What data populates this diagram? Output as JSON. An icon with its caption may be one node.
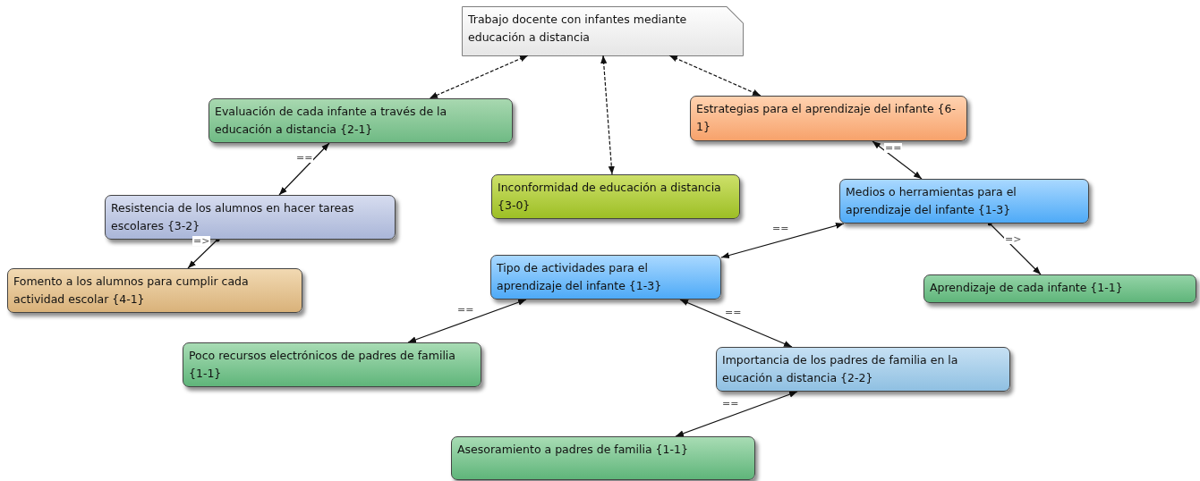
{
  "diagram": {
    "nodes": [
      {
        "text": [
          "Trabajo docente  con infantes mediante educación a distancia"
        ]
      },
      {
        "text": [
          "Evaluación de cada infante a través de la educación a distancia {2-1}"
        ]
      },
      {
        "text": [
          "Inconformidad de educación a distancia {3-0}"
        ]
      },
      {
        "text": [
          "Estrategias para el aprendizaje del infante {6-1}"
        ]
      },
      {
        "text": [
          "Resistencia de los alumnos en hacer tareas escolares {3-2}"
        ]
      },
      {
        "text": [
          "Medios o herramientas para el aprendizaje del infante {1-3}"
        ]
      },
      {
        "text": [
          "Fomento a los alumnos para cumplir cada actividad escolar {4-1}"
        ]
      },
      {
        "text": [
          "Tipo de actividades para el aprendizaje del infante {1-3}"
        ]
      },
      {
        "text": [
          "Aprendizaje de cada infante {1-1}"
        ]
      },
      {
        "text": [
          "Poco recursos electrónicos de padres de familia {1-1}"
        ]
      },
      {
        "text": [
          "Importancia de los padres de familia en la eucación a distancia {2-2}"
        ]
      },
      {
        "text": [
          "Asesoramiento a padres de familia {1-1}"
        ]
      }
    ],
    "edges": [
      {
        "from": 0,
        "to": 1,
        "arrow": "both",
        "style": "dashed"
      },
      {
        "from": 0,
        "to": 2,
        "arrow": "both",
        "style": "dashed"
      },
      {
        "from": 0,
        "to": 3,
        "arrow": "both",
        "style": "dashed"
      },
      {
        "from": 1,
        "to": 4,
        "arrow": "both",
        "label": "=="
      },
      {
        "from": 4,
        "to": 6,
        "arrow": "to",
        "label": "=>"
      },
      {
        "from": 3,
        "to": 5,
        "arrow": "both",
        "label": "=="
      },
      {
        "from": 5,
        "to": 7,
        "arrow": "both",
        "label": "=="
      },
      {
        "from": 5,
        "to": 8,
        "arrow": "to",
        "label": "=>"
      },
      {
        "from": 7,
        "to": 9,
        "arrow": "both",
        "label": "=="
      },
      {
        "from": 7,
        "to": 10,
        "arrow": "both",
        "label": "=="
      },
      {
        "from": 10,
        "to": 11,
        "arrow": "both",
        "label": "=="
      }
    ]
  }
}
